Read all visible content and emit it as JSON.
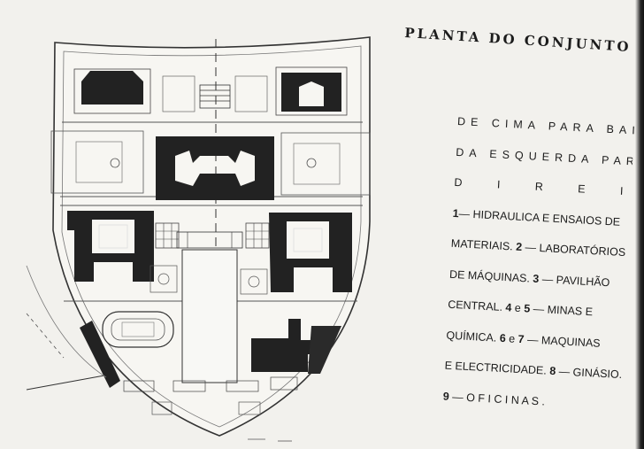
{
  "title": "PLANTA DO CONJUNTO",
  "caption": {
    "line1": "DE CIMA PARA BAIXO E",
    "line2": "DA ESQUERDA PARA A",
    "line3": "D I R E I T A :",
    "line4_num": "1",
    "line4_text": "— HIDRAULICA E ENSAIOS DE",
    "line5_text": "MATERIAIS. ",
    "line5_num": "2",
    "line5_rest": " — LABORATÓRIOS",
    "line6_text": "DE MÁQUINAS. ",
    "line6_num": "3",
    "line6_rest": " — PAVILHÃO",
    "line7_text": "CENTRAL. ",
    "line7_num_a": "4",
    "line7_and": " e ",
    "line7_num_b": "5",
    "line7_rest": " — MINAS E",
    "line8_text": "QUÍMICA. ",
    "line8_num_a": "6",
    "line8_and": " e ",
    "line8_num_b": "7",
    "line8_rest": " — MAQUINAS",
    "line9_text": "E ELECTRICIDADE. ",
    "line9_num": "8",
    "line9_rest": " — GINÁSIO.",
    "line10_num": "9",
    "line10_rest": " — O F I C I N A S ."
  },
  "colors": {
    "ink": "#1c1c1c",
    "paper": "#f2f1ed",
    "building": "#222222"
  }
}
